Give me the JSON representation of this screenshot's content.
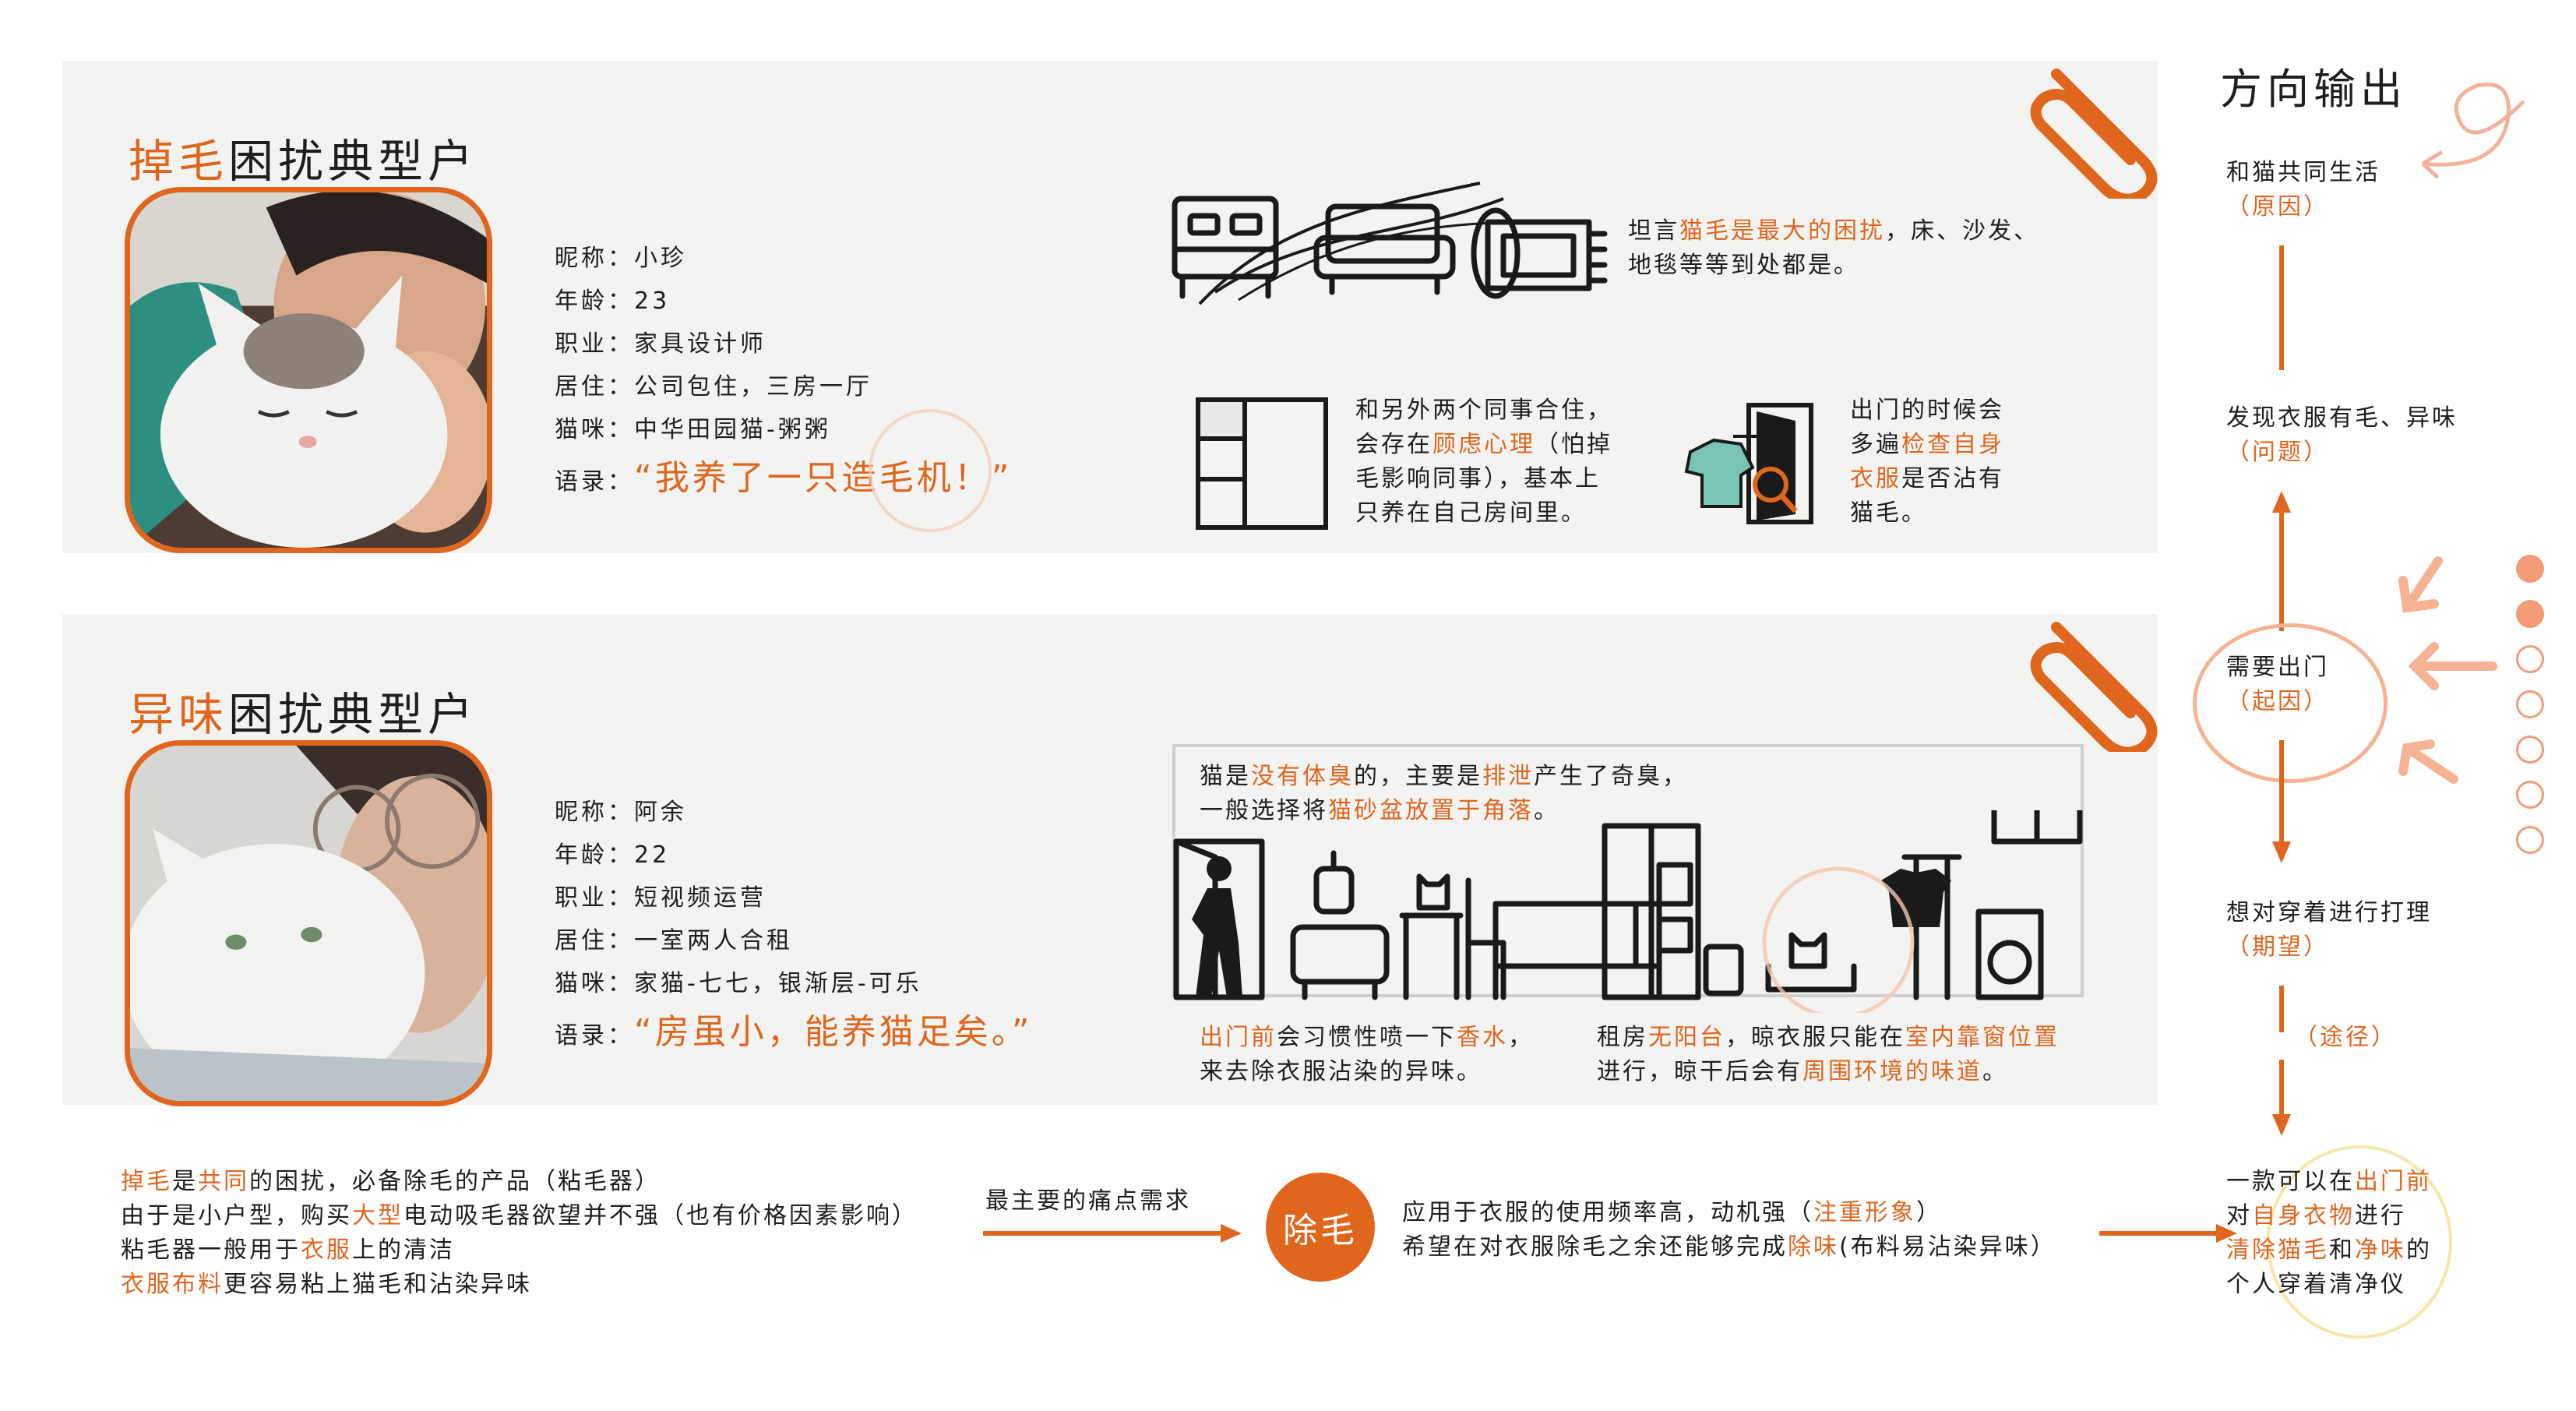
{
  "persona1": {
    "title_hl": "掉毛",
    "title_rest": "困扰典型户",
    "nickname_label": "昵称：",
    "nickname": "小珍",
    "age_label": "年龄：",
    "age": "23",
    "job_label": "职业：",
    "job": "家具设计师",
    "home_label": "居住：",
    "home": "公司包住，三房一厅",
    "cat_label": "猫咪：",
    "cat": "中华田园猫-粥粥",
    "quote_label": "语录：",
    "quote": "“我养了一只造毛机！”",
    "note1": {
      "p1": "坦言",
      "h1": "猫毛是最大的困扰",
      "p2": "，床、沙发、",
      "l2": "地毯等等到处都是。"
    },
    "note2": {
      "l1": "和另外两个同事合住，",
      "p1": "会存在",
      "h1": "顾虑心理",
      "p2": "（怕掉",
      "l3": "毛影响同事），基本上",
      "l4": "只养在自己房间里。"
    },
    "note3": {
      "l1": "出门的时候会",
      "p1": "多遍",
      "h1": "检查自身",
      "h2": "衣服",
      "p2": "是否沾有",
      "l4": "猫毛。"
    }
  },
  "persona2": {
    "title_hl": "异味",
    "title_rest": "困扰典型户",
    "nickname_label": "昵称：",
    "nickname": "阿余",
    "age_label": "年龄：",
    "age": "22",
    "job_label": "职业：",
    "job": "短视频运营",
    "home_label": "居住：",
    "home": "一室两人合租",
    "cat_label": "猫咪：",
    "cat": "家猫-七七，银渐层-可乐",
    "quote_label": "语录：",
    "quote": "“房虽小，能养猫足矣。”",
    "box_note": {
      "p1": "猫是",
      "h1": "没有体臭",
      "p2": "的，主要是",
      "h2": "排泄",
      "p3": "产生了奇臭，",
      "p4": "一般选择将",
      "h3": "猫砂盆放置于角落",
      "p5": "。"
    },
    "note_left": {
      "h1": "出门前",
      "p1": "会习惯性喷一下",
      "h2": "香水",
      "p2": "，",
      "l2": "来去除衣服沾染的异味。"
    },
    "note_right": {
      "p1": "租房",
      "h1": "无阳台",
      "p2": "，晾衣服只能在",
      "h2": "室内靠窗位置",
      "p3": "进行，晾干后会有",
      "h3": "周围环境的味道",
      "p4": "。"
    }
  },
  "summary": {
    "l1_h1": "掉毛",
    "l1_p1": "是",
    "l1_h2": "共同",
    "l1_p2": "的困扰，必备除毛的产品（粘毛器）",
    "l2_p1": "由于是小户型，购买",
    "l2_h1": "大型",
    "l2_p2": "电动吸毛器欲望并不强（也有价格因素影响）",
    "l3_p1": "粘毛器一般用于",
    "l3_h1": "衣服",
    "l3_p2": "上的清洁",
    "l4_h1": "衣服布料",
    "l4_p1": "更容易粘上猫毛和沾染异味",
    "arrow_label": "最主要的痛点需求",
    "circle_label": "除毛",
    "r1_p1": "应用于衣服的使用频率高，动机强（",
    "r1_h1": "注重形象",
    "r1_p2": "）",
    "r2_p1": "希望在对衣服除毛之余还能够完成",
    "r2_h1": "除味",
    "r2_p2": "(布料易沾染异味）"
  },
  "flow": {
    "title": "方向输出",
    "s1": "和猫共同生活",
    "s1_tag": "（原因）",
    "s2": "发现衣服有毛、异味",
    "s2_tag": "（问题）",
    "s3": "需要出门",
    "s3_tag": "（起因）",
    "s4": "想对穿着进行打理",
    "s4_tag": "（期望）",
    "s5_tag": "（途径）",
    "out_p1": "一款可以在",
    "out_h1": "出门前",
    "out_p2": "对",
    "out_h2": "自身衣物",
    "out_p3": "进行",
    "out_h3": "清除猫毛",
    "out_p4": "和",
    "out_h4": "净味",
    "out_p5": "的",
    "out_l4": "个人穿着清净仪"
  },
  "colors": {
    "accent": "#e0661e",
    "panel": "#f3f3f1",
    "text": "#1e1e1e"
  },
  "pagination": {
    "total": 7,
    "filled": 2
  }
}
